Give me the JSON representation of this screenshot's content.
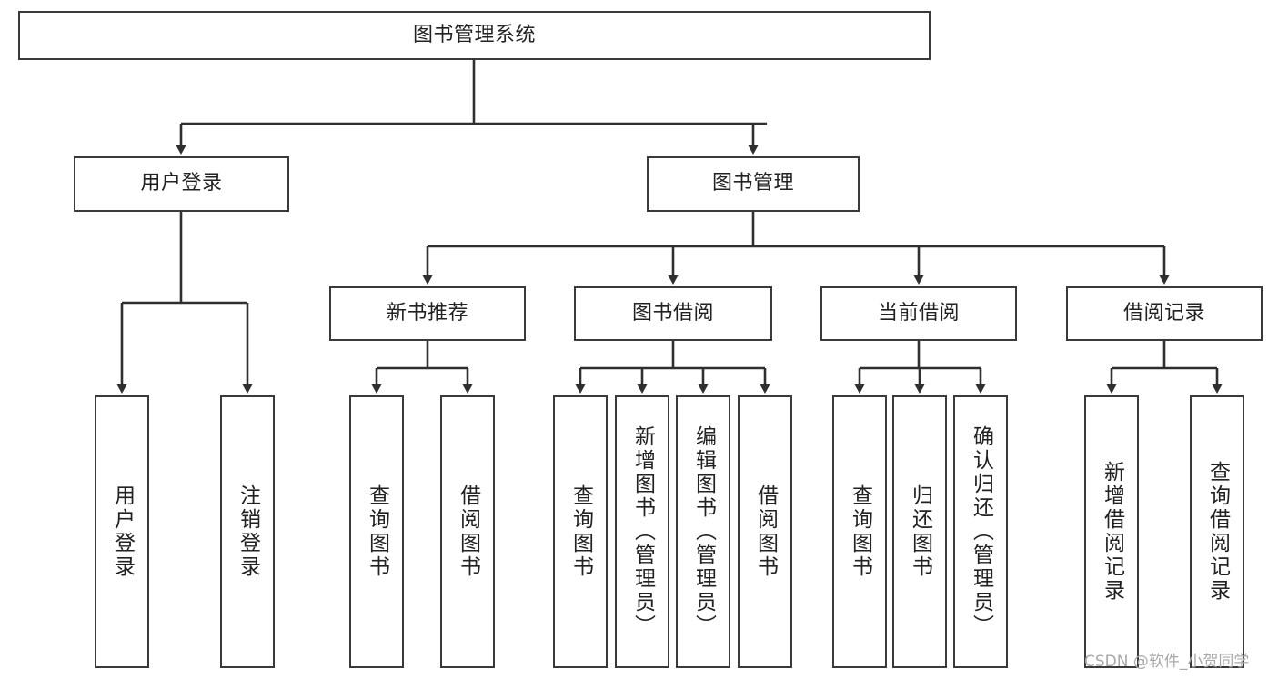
{
  "diagram": {
    "title": "图书管理系统",
    "type": "tree-hierarchy-flowchart",
    "colors": {
      "box_border": "#3a3a3a",
      "box_fill": "#ffffff",
      "edge": "#2f2f2f",
      "text": "#222222",
      "watermark": "#a9a9a9",
      "background": "#ffffff"
    }
  },
  "nodes": {
    "root": {
      "label": "图书管理系统"
    },
    "level2": [
      {
        "label": "用户登录"
      },
      {
        "label": "图书管理"
      }
    ],
    "level3": [
      {
        "label": "新书推荐"
      },
      {
        "label": "图书借阅"
      },
      {
        "label": "当前借阅"
      },
      {
        "label": "借阅记录"
      }
    ],
    "leaves": {
      "user_login": [
        {
          "label": "用户登录"
        },
        {
          "label": "注销登录"
        }
      ],
      "new_book_recommend": [
        {
          "label": "查询图书"
        },
        {
          "label": "借阅图书"
        }
      ],
      "book_borrow": [
        {
          "label": "查询图书"
        },
        {
          "label": "新增图书（管理员）"
        },
        {
          "label": "编辑图书（管理员）"
        },
        {
          "label": "借阅图书"
        }
      ],
      "current_borrow": [
        {
          "label": "查询图书"
        },
        {
          "label": "归还图书"
        },
        {
          "label": "确认归还（管理员）"
        }
      ],
      "borrow_record": [
        {
          "label": "新增借阅记录"
        },
        {
          "label": "查询借阅记录"
        }
      ]
    }
  },
  "watermark": {
    "text": "CSDN @软件_小贺同学"
  }
}
